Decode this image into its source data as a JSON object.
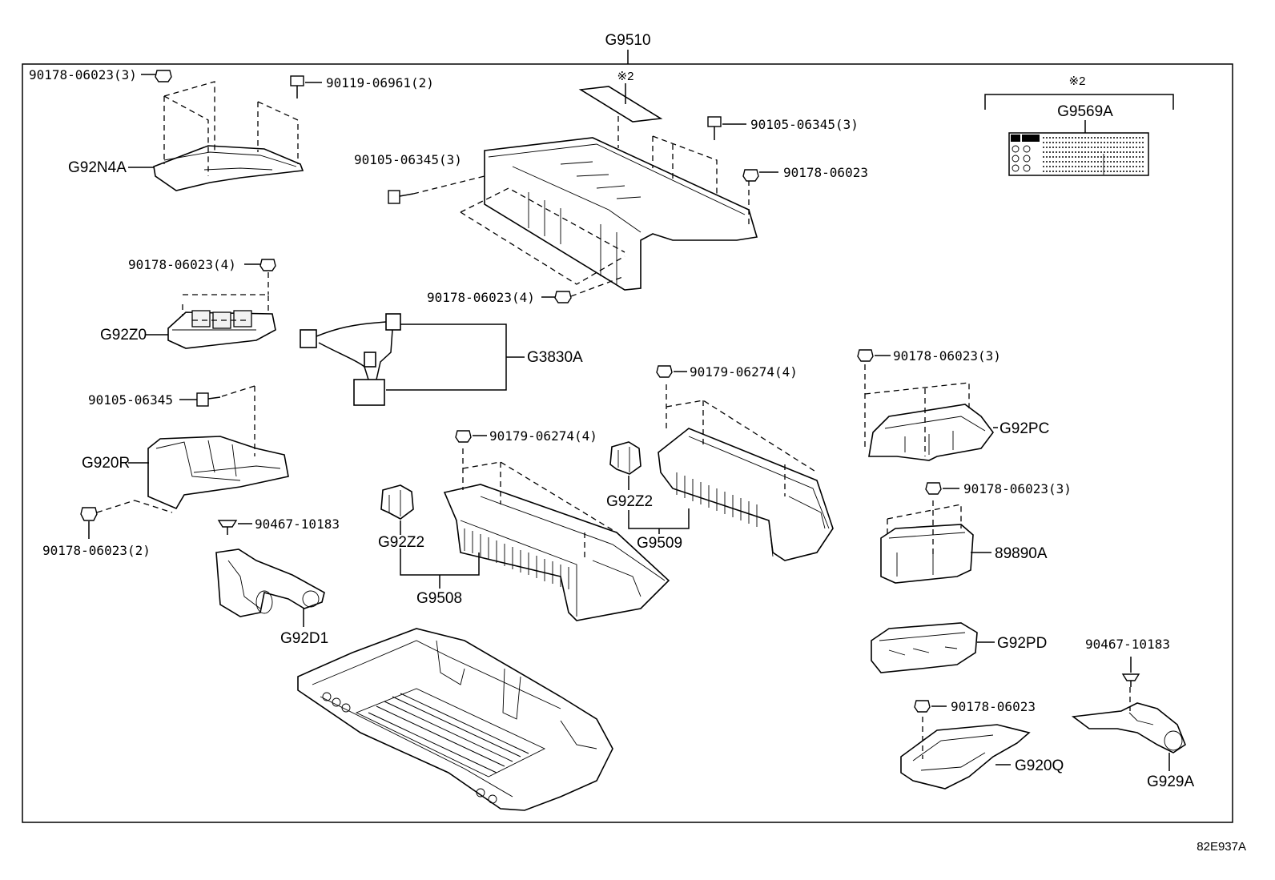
{
  "assembly": "G9510",
  "drawing_id": "82E937A",
  "note_mark_top": "※2",
  "note_mark_label": "※2",
  "label_part": "G9569A",
  "parts": {
    "g92n4a": "G92N4A",
    "g92z0": "G92Z0",
    "g920r": "G920R",
    "g3830a": "G3830A",
    "g92d1": "G92D1",
    "g92z2_left": "G92Z2",
    "g9508": "G9508",
    "g92z2_right": "G92Z2",
    "g9509": "G9509",
    "g92pc": "G92PC",
    "p89890a": "89890A",
    "g92pd": "G92PD",
    "g920q": "G920Q",
    "g929a": "G929A"
  },
  "fasteners": {
    "f1": "90178-06023(3)",
    "f2": "90119-06961(2)",
    "f3": "90105-06345(3)",
    "f4": "90105-06345(3)",
    "f5": "90178-06023",
    "f6": "90178-06023(4)",
    "f7": "90178-06023(4)",
    "f8": "90105-06345",
    "f9": "90178-06023(2)",
    "f10": "90467-10183",
    "f11": "90179-06274(4)",
    "f12": "90179-06274(4)",
    "f13": "90178-06023(3)",
    "f14": "90178-06023(3)",
    "f15": "90467-10183",
    "f16": "90178-06023"
  }
}
